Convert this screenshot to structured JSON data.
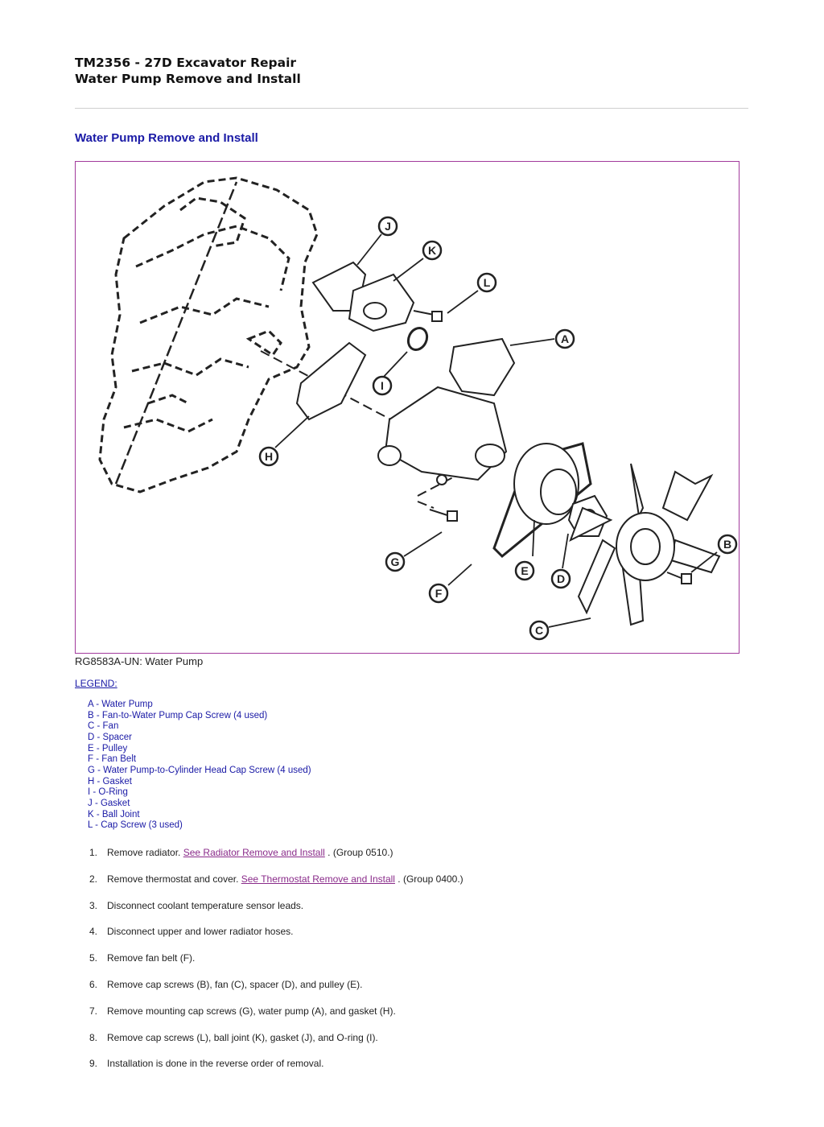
{
  "header": {
    "title_line1": "TM2356 - 27D Excavator Repair",
    "title_line2": "Water Pump Remove and Install"
  },
  "section_title": "Water Pump Remove and Install",
  "figure": {
    "caption": "RG8583A-UN: Water Pump",
    "callouts": [
      "J",
      "K",
      "L",
      "A",
      "I",
      "H",
      "B",
      "G",
      "E",
      "D",
      "F",
      "C"
    ]
  },
  "legend": {
    "link_label": "LEGEND:",
    "items": [
      "A - Water Pump",
      "B - Fan-to-Water Pump Cap Screw (4 used)",
      "C - Fan",
      "D - Spacer",
      "E - Pulley",
      "F - Fan Belt",
      "G - Water Pump-to-Cylinder Head Cap Screw (4 used)",
      "H - Gasket",
      "I - O-Ring",
      "J - Gasket",
      "K - Ball Joint",
      "L - Cap Screw (3 used)"
    ]
  },
  "steps": [
    {
      "num": "1.",
      "pre": "Remove radiator. ",
      "link": "See Radiator Remove and Install",
      "post": " . (Group 0510.)"
    },
    {
      "num": "2.",
      "pre": "Remove thermostat and cover. ",
      "link": "See Thermostat Remove and Install",
      "post": " . (Group 0400.)"
    },
    {
      "num": "3.",
      "pre": "Disconnect coolant temperature sensor leads."
    },
    {
      "num": "4.",
      "pre": "Disconnect upper and lower radiator hoses."
    },
    {
      "num": "5.",
      "pre": "Remove fan belt (F)."
    },
    {
      "num": "6.",
      "pre": "Remove cap screws (B), fan (C), spacer (D), and pulley (E)."
    },
    {
      "num": "7.",
      "pre": "Remove mounting cap screws (G), water pump (A), and gasket (H)."
    },
    {
      "num": "8.",
      "pre": "Remove cap screws (L), ball joint (K), gasket (J), and O-ring (I)."
    },
    {
      "num": "9.",
      "pre": "Installation is done in the reverse order of removal."
    }
  ]
}
